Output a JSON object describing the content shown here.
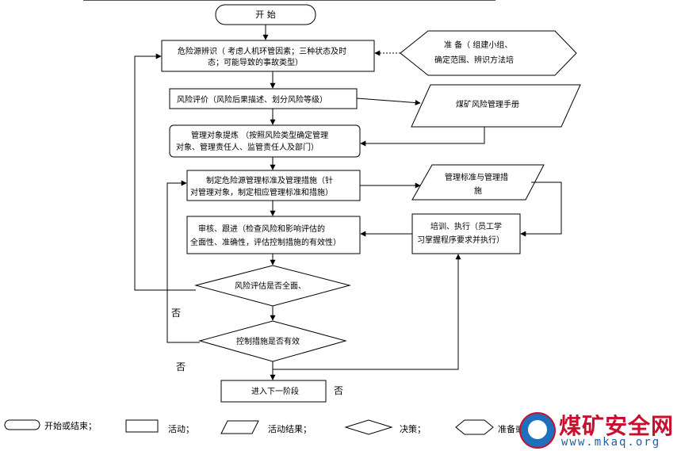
{
  "nodes": {
    "start": "开  始",
    "identify_l1": "危险源辨识（ 考虑人机环管因素；三种状态及时",
    "identify_l2": "态；可能导致的事故类型）",
    "prepare_l1": "准 备（ 组建小组、",
    "prepare_l2": "确定范围、辨识方法培",
    "assess": "风险评价（风险后果描述、划分风险等级）",
    "manual": "煤矿风险管理手册",
    "objects_l1": "管理对象提炼 （按照风险类型确定管理",
    "objects_l2": "对象、管理责任人、监管责任人及部门）",
    "measures_l1": "制定危险源管理标准及管理措施（针",
    "measures_l2": "对管理对象，制定相应管理标准和措施）",
    "std_l1": "管理标准与管理措",
    "std_l2": "施",
    "review_l1": "审核、跟进（检查风险和影响评估的",
    "review_l2": "全面性、准确性，评估控制措施的有效性）",
    "train_l1": "培训、执行（员工学",
    "train_l2": "习掌握程序要求并执行）",
    "decision1": "风险评估是否全面、",
    "decision2": "控制措施是否有效",
    "next": "进入下一阶段"
  },
  "labels": {
    "no1": "否",
    "no2": "否",
    "no3": "否"
  },
  "legend": {
    "terminal": "开始或结束；",
    "activity": "活动；",
    "result": "活动结果；",
    "decision": "决策；",
    "prepare": "准备或"
  },
  "watermark": {
    "title": "煤矿安全网",
    "url": "www.mkaq.org"
  },
  "colors": {
    "line": "#000000",
    "watermark_red": "#c8102e",
    "watermark_blue": "#1f5fa8"
  }
}
